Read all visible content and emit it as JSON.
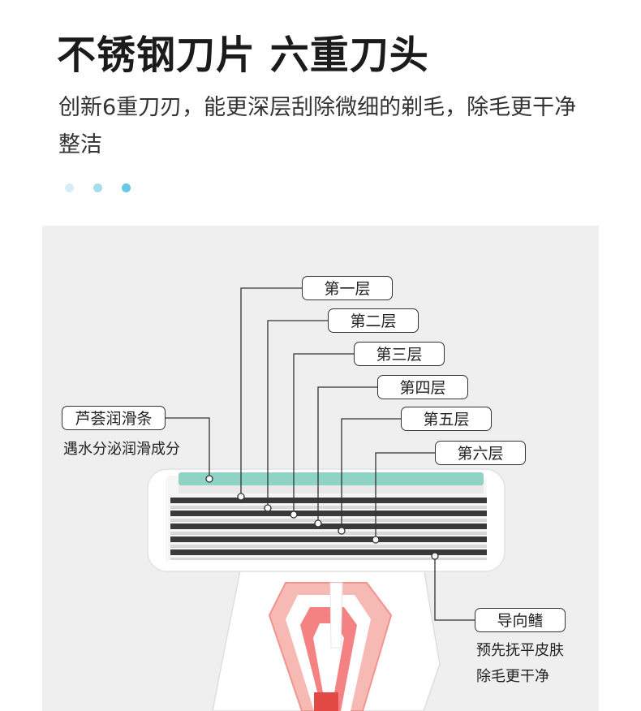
{
  "header": {
    "title": "不锈钢刀片 六重刀头",
    "subtitle": "创新6重刀刃，能更深层刮除微细的剃毛，除毛更干净整洁"
  },
  "pager": {
    "dots": [
      "#d6ecf7",
      "#a9dbee",
      "#69c6e6"
    ]
  },
  "layers": [
    {
      "label": "第一层"
    },
    {
      "label": "第二层"
    },
    {
      "label": "第三层"
    },
    {
      "label": "第四层"
    },
    {
      "label": "第五层"
    },
    {
      "label": "第六层"
    }
  ],
  "aloe": {
    "label": "芦荟润滑条",
    "note": "遇水分泌润滑成分"
  },
  "guide": {
    "label": "导向鳍",
    "note_line1": "预先抚平皮肤",
    "note_line2": "除毛更干净"
  },
  "colors": {
    "aloe_strip": "#8fd3c7",
    "handle_accent": "#f26c6c",
    "panel_bg": "#efefef"
  }
}
